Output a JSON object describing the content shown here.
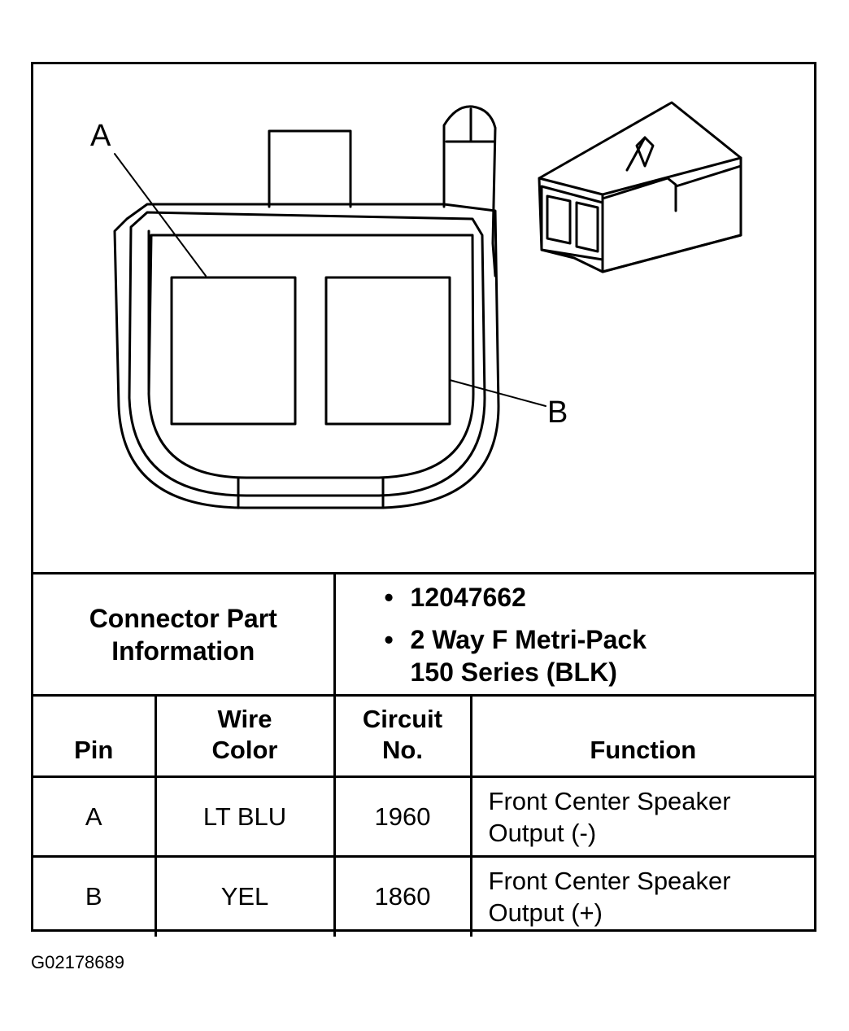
{
  "diagram": {
    "callout_a": "A",
    "callout_b": "B"
  },
  "connector_info": {
    "label_line1": "Connector Part",
    "label_line2": "Information",
    "bullets": [
      {
        "bullet": "•",
        "lines": [
          "12047662"
        ]
      },
      {
        "bullet": "•",
        "lines": [
          "2 Way F Metri-Pack",
          "150 Series (BLK)"
        ]
      }
    ]
  },
  "table": {
    "headers": {
      "pin": "Pin",
      "wire_color_1": "Wire",
      "wire_color_2": "Color",
      "circuit_1": "Circuit",
      "circuit_2": "No.",
      "function": "Function"
    },
    "rows": [
      {
        "pin": "A",
        "wire_color": "LT BLU",
        "circuit": "1960",
        "function_1": "Front Center Speaker",
        "function_2": "Output (-)"
      },
      {
        "pin": "B",
        "wire_color": "YEL",
        "circuit": "1860",
        "function_1": "Front Center Speaker",
        "function_2": "Output (+)"
      }
    ]
  },
  "figure_code": "G02178689"
}
